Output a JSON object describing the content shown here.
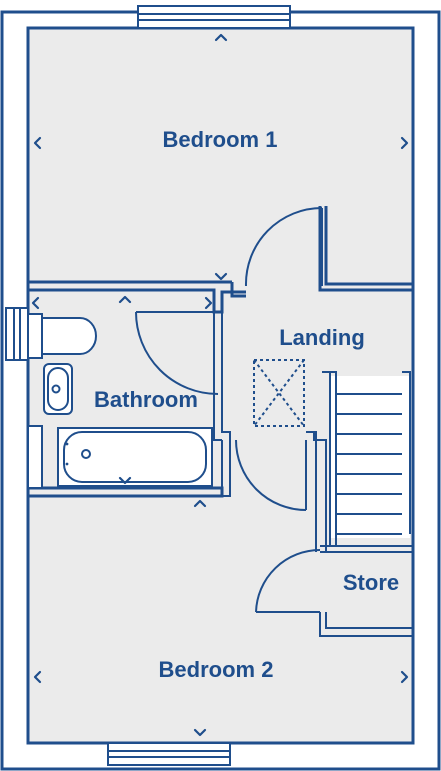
{
  "plan": {
    "colors": {
      "line": "#1f4e8c",
      "floor": "#ebebeb",
      "background": "#ffffff"
    },
    "rooms": {
      "bedroom1": "Bedroom 1",
      "bathroom": "Bathroom",
      "landing": "Landing",
      "store": "Store",
      "bedroom2": "Bedroom 2"
    }
  }
}
